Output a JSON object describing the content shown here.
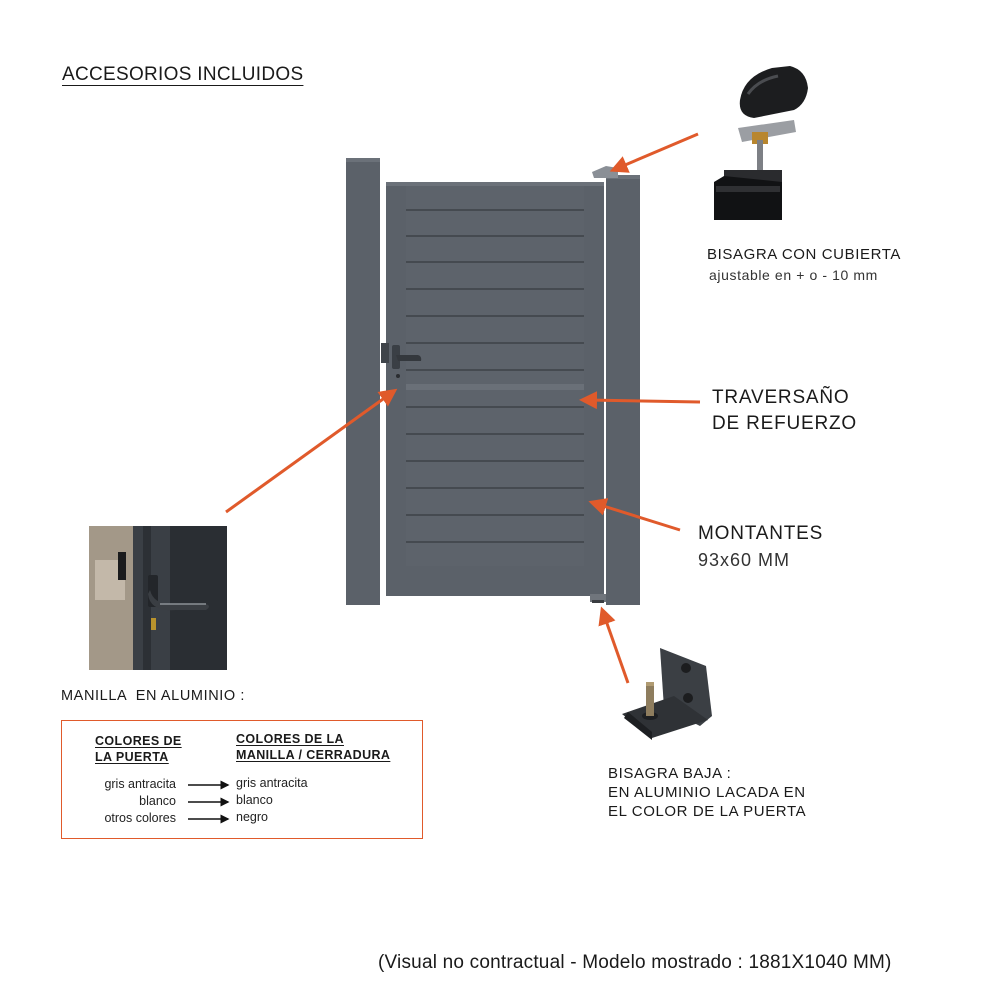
{
  "title": "ACCESORIOS INCLUIDOS",
  "top_hinge": {
    "name": "BISAGRA CON CUBIERTA",
    "detail": "ajustable en + o - 10 mm"
  },
  "crossbar": {
    "line1": "TRAVERSAÑO",
    "line2": "DE REFUERZO"
  },
  "posts": {
    "name": "MONTANTES",
    "size": "93x60 MM"
  },
  "handle": {
    "label": "MANILLA  EN ALUMINIO :"
  },
  "color_table": {
    "header_door": [
      "COLORES DE",
      "LA PUERTA"
    ],
    "header_handle": [
      "COLORES DE LA",
      "MANILLA / CERRADURA"
    ],
    "rows": [
      {
        "door": "gris antracita",
        "handle": "gris antracita"
      },
      {
        "door": "blanco",
        "handle": "blanco"
      },
      {
        "door": "otros colores",
        "handle": "negro"
      }
    ]
  },
  "bottom_hinge": {
    "line1": "BISAGRA BAJA :",
    "line2": "EN ALUMINIO LACADA EN",
    "line3": "EL COLOR DE LA PUERTA"
  },
  "footer": "(Visual no contractual - Modelo mostrado : 1881X1040 MM)",
  "colors": {
    "gate": "#5b6169",
    "gate_dark": "#4a4f56",
    "arrow": "#e05a2b"
  }
}
